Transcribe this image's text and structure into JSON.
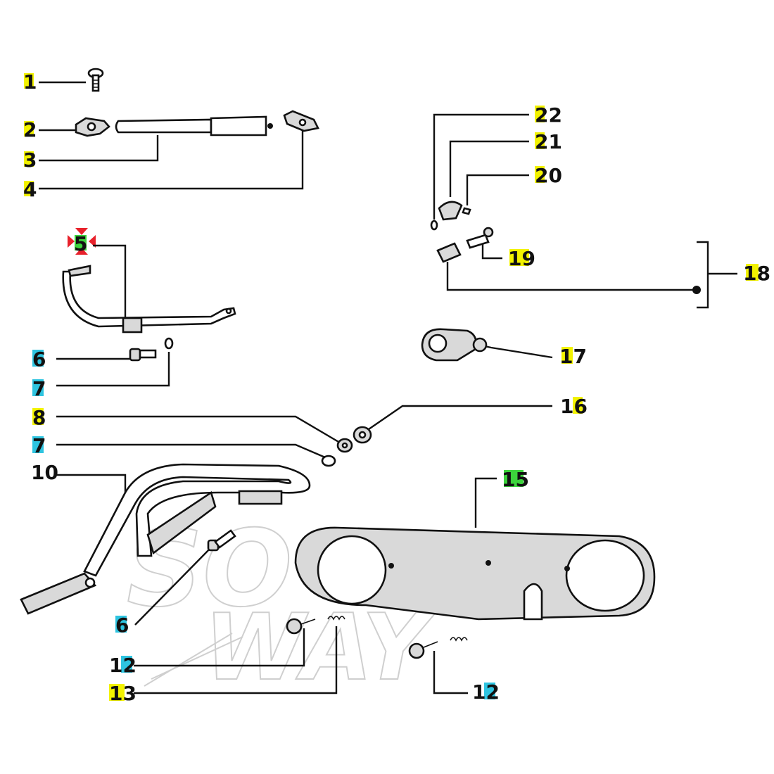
{
  "watermark": [
    "SO",
    "WAY"
  ],
  "colors": {
    "yellow": "#f2f200",
    "cyan": "#2ec4e0",
    "green": "#3cd43c",
    "marker_red": "#e8212b"
  },
  "labels": [
    {
      "id": "1",
      "text": "1",
      "hl": "yellow"
    },
    {
      "id": "2",
      "text": "2",
      "hl": "yellow"
    },
    {
      "id": "3",
      "text": "3",
      "hl": "yellow"
    },
    {
      "id": "4",
      "text": "4",
      "hl": "yellow"
    },
    {
      "id": "5",
      "text": "5",
      "hl": "green"
    },
    {
      "id": "6a",
      "text": "6",
      "hl": "cyan"
    },
    {
      "id": "7a",
      "text": "7",
      "hl": "cyan"
    },
    {
      "id": "8",
      "text": "8",
      "hl": "yellow"
    },
    {
      "id": "7b",
      "text": "7",
      "hl": "cyan"
    },
    {
      "id": "10",
      "text": "10",
      "hl": "yellow"
    },
    {
      "id": "6b",
      "text": "6",
      "hl": "cyan"
    },
    {
      "id": "12a",
      "text": "12",
      "hl": "cyan"
    },
    {
      "id": "13",
      "text": "13",
      "hl": "yellow"
    },
    {
      "id": "12b",
      "text": "12",
      "hl": "cyan"
    },
    {
      "id": "15",
      "text": "15",
      "hl": "green"
    },
    {
      "id": "16",
      "text": "16",
      "hl": "yellow"
    },
    {
      "id": "17",
      "text": "17",
      "hl": "yellow"
    },
    {
      "id": "18",
      "text": "18",
      "hl": "yellow"
    },
    {
      "id": "19",
      "text": "19",
      "hl": "yellow"
    },
    {
      "id": "20",
      "text": "20",
      "hl": "yellow"
    },
    {
      "id": "21",
      "text": "21",
      "hl": "yellow"
    },
    {
      "id": "22",
      "text": "22",
      "hl": "yellow"
    }
  ]
}
